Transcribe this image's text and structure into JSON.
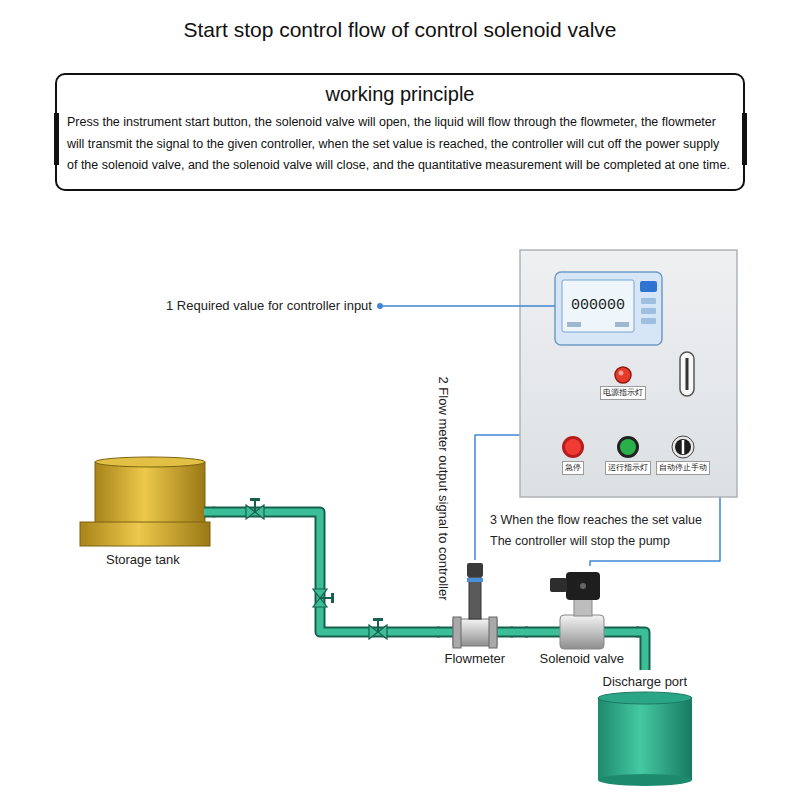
{
  "diagram": {
    "title": "Start stop control flow of control solenoid valve",
    "nodes": [
      {
        "text": [
          "working principle",
          "Press the instrument start button, the solenoid valve will open, the liquid will flow through the flowmeter, the flowmeter will transmit the signal to the given controller, when the set value is reached, the controller will cut off the power supply of the solenoid valve, and the solenoid valve will close, and the quantitative measurement will be completed at one time."
        ]
      },
      {
        "text": [
          "000000",
          "电源指示灯",
          "急停",
          "运行指示灯",
          "自动停止手动"
        ]
      },
      {
        "text": [
          "Storage tank"
        ]
      },
      {
        "text": [
          "Flowmeter"
        ]
      },
      {
        "text": [
          "Solenoid valve"
        ]
      },
      {
        "text": [
          "Discharge port"
        ]
      }
    ],
    "edges": [
      {
        "from": 2,
        "to": 3,
        "arrow": "none"
      },
      {
        "from": 3,
        "to": 4,
        "arrow": "none"
      },
      {
        "from": 4,
        "to": 5,
        "arrow": "none"
      },
      {
        "from": 3,
        "to": 1,
        "arrow": "none"
      },
      {
        "from": 1,
        "to": 4,
        "arrow": "none"
      }
    ],
    "labels": [
      "1 Required value for controller input",
      "2 Flow meter output signal to controller",
      "3 When the flow reaches the set value The controller will stop the pump"
    ]
  }
}
